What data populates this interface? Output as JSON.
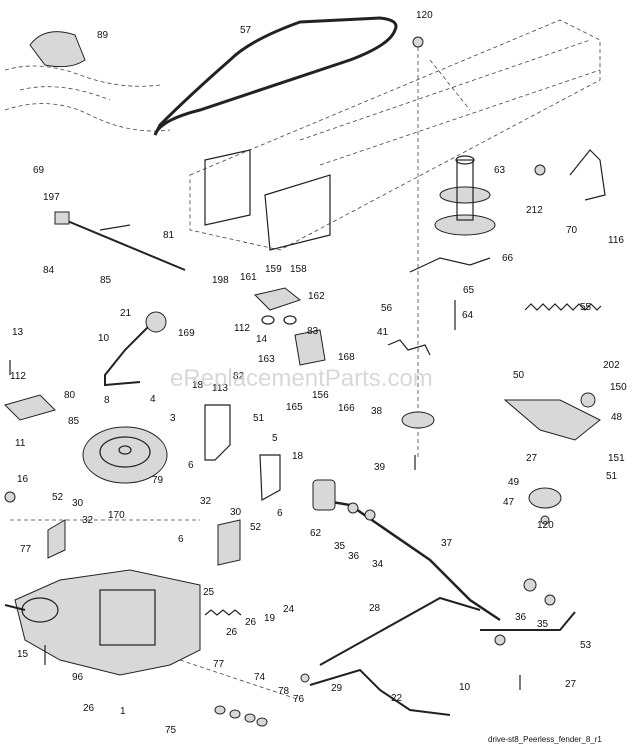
{
  "watermark": "eReplacementParts.com",
  "drawing_id": "drive-st8_Peerless_fender_8_r1",
  "callouts": [
    "89",
    "57",
    "120",
    "69",
    "197",
    "81",
    "63",
    "212",
    "70",
    "116",
    "84",
    "85",
    "66",
    "198",
    "161",
    "159",
    "158",
    "21",
    "162",
    "56",
    "65",
    "55",
    "13",
    "10",
    "169",
    "112",
    "14",
    "83",
    "64",
    "41",
    "163",
    "168",
    "112",
    "18",
    "113",
    "82",
    "165",
    "166",
    "156",
    "50",
    "202",
    "150",
    "80",
    "8",
    "4",
    "3",
    "51",
    "38",
    "48",
    "11",
    "85",
    "5",
    "6",
    "18",
    "39",
    "27",
    "151",
    "16",
    "79",
    "49",
    "51",
    "52",
    "30",
    "32",
    "170",
    "32",
    "30",
    "6",
    "47",
    "52",
    "62",
    "35",
    "36",
    "37",
    "77",
    "6",
    "34",
    "120",
    "25",
    "24",
    "19",
    "26",
    "28",
    "36",
    "35",
    "26",
    "53",
    "15",
    "77",
    "96",
    "74",
    "26",
    "78",
    "75",
    "76",
    "29",
    "22",
    "10",
    "27",
    "1"
  ],
  "colors": {
    "ink": "#222222",
    "watermark": "#cfcfcf"
  }
}
